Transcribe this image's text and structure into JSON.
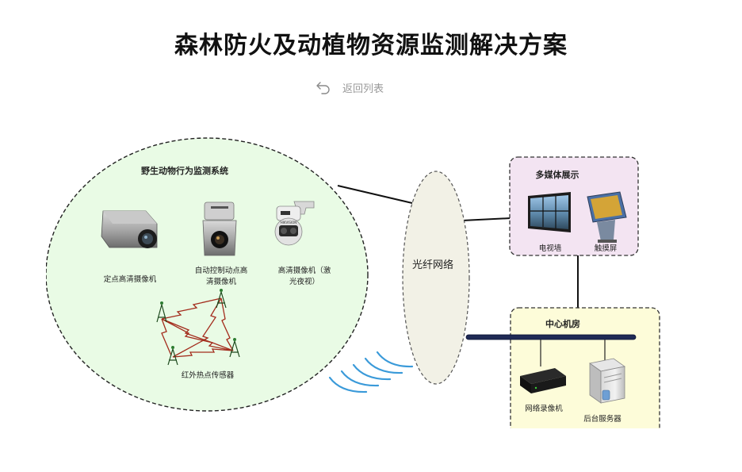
{
  "page": {
    "title": "森林防火及动植物资源监测解决方案",
    "back_label": "返回列表"
  },
  "diagram": {
    "wildlife_zone": {
      "title": "野生动物行为监测系统",
      "camera_fixed_label": "定点高清摄像机",
      "camera_auto_label_1": "自动控制动点高",
      "camera_auto_label_2": "清摄像机",
      "camera_laser_label_1": "高清摄像机（激",
      "camera_laser_label_2": "光夜视）",
      "sensor_label": "红外热点传感器",
      "camera_brand": "HIKVISION"
    },
    "network": {
      "label": "光纤网络"
    },
    "multimedia": {
      "title": "多媒体展示",
      "tv_wall_label": "电视墙",
      "touch_screen_label": "触摸屏"
    },
    "center": {
      "title": "中心机房",
      "nvr_label": "网络录像机",
      "server_label": "后台服务器"
    },
    "colors": {
      "wildlife_fill": "#e9fbe5",
      "network_fill": "#f2f1e6",
      "multimedia_fill": "#f3e4f2",
      "center_fill": "#fdfcd9",
      "wireless_blue": "#3a9ad9",
      "sensor_link_red": "#a32c1c"
    }
  }
}
